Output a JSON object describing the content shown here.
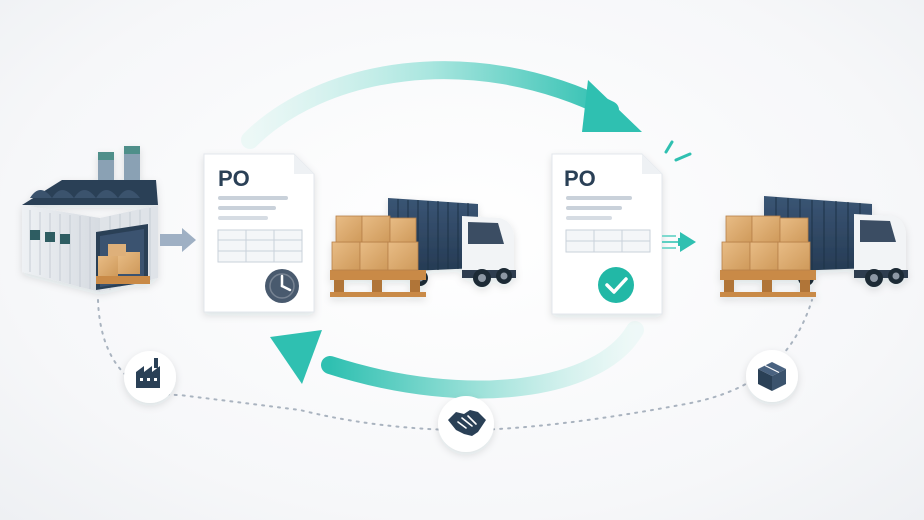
{
  "documents": [
    {
      "title": "PO",
      "status": "pending",
      "status_icon": "clock-icon"
    },
    {
      "title": "PO",
      "status": "approved",
      "status_icon": "check-icon"
    }
  ],
  "process_icons": [
    "factory-icon",
    "handshake-icon",
    "box-icon"
  ],
  "colors": {
    "accent": "#3fc4b7",
    "accent_light": "#b6ebe5",
    "navy": "#2b3f57",
    "truck_container": "#2e4763",
    "box": "#d9a86b",
    "pallet": "#c98a47",
    "status_pending": "#4a5a6e",
    "status_approved": "#22b8a6"
  }
}
